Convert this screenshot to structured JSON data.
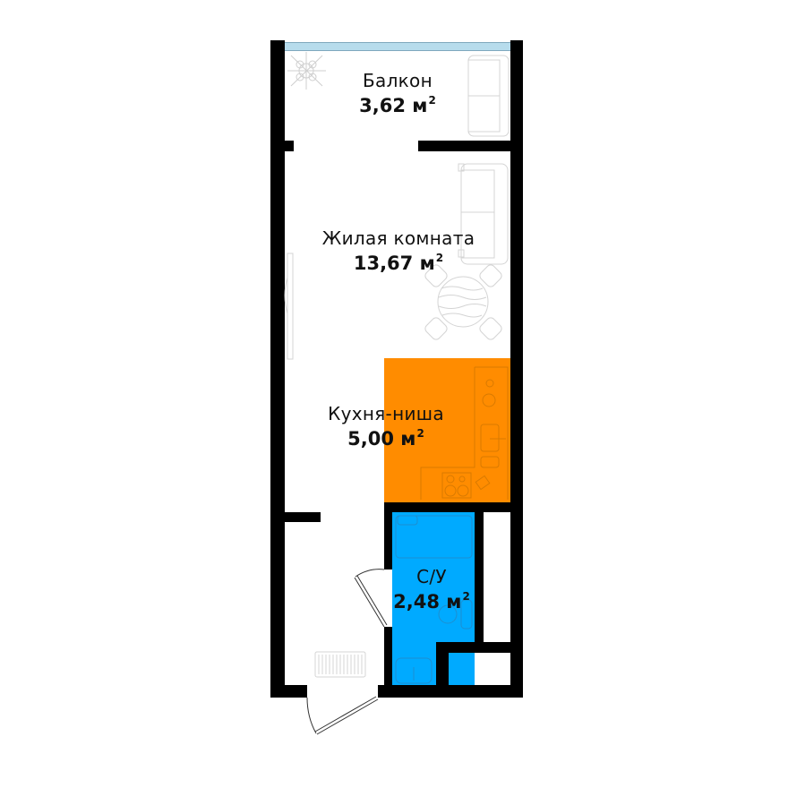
{
  "plan": {
    "colors": {
      "wall": "#000000",
      "kitchen_zone": "#FF8C00",
      "bathroom_zone": "#00AAFF",
      "window_glass": "#B7DCEC",
      "furniture_line": "#CCCCCC",
      "background": "#FFFFFF"
    },
    "rooms": [
      {
        "id": "balcony",
        "name": "Балкон",
        "area": "3,62",
        "unit": "м",
        "exp": "2"
      },
      {
        "id": "living",
        "name": "Жилая комната",
        "area": "13,67",
        "unit": "м",
        "exp": "2"
      },
      {
        "id": "kitchen",
        "name": "Кухня-ниша",
        "area": "5,00",
        "unit": "м",
        "exp": "2"
      },
      {
        "id": "bathroom",
        "name": "С/У",
        "area": "2,48",
        "unit": "м",
        "exp": "2"
      }
    ],
    "icons": [
      "plant-icon",
      "sofa-icon",
      "balcony-sofa-icon",
      "dining-table-icon",
      "chair-icon",
      "kitchen-counter-icon",
      "sink-icon",
      "stove-icon",
      "bathtub-icon",
      "toilet-icon",
      "washbasin-icon",
      "radiator-icon",
      "wardrobe-icon",
      "door-icon"
    ]
  }
}
